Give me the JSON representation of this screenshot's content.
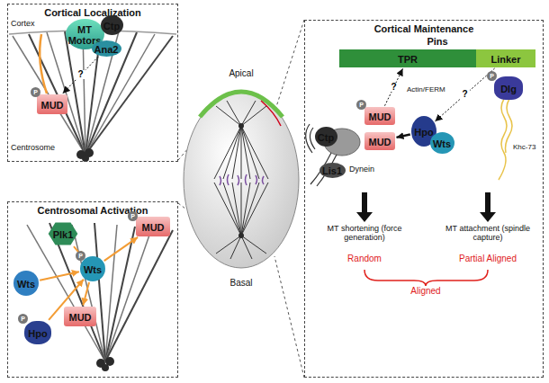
{
  "diagram": {
    "nodes": [
      {
        "text": [
          "Cortical Localization"
        ]
      },
      {
        "text": [
          "MT Motors"
        ],
        "in": 0
      },
      {
        "text": [
          "Ctp"
        ],
        "in": 0
      },
      {
        "text": [
          "Ana2"
        ],
        "in": 0
      },
      {
        "text": [
          "MUD"
        ],
        "in": 0
      },
      {
        "text": [
          "Centrosomal Activation"
        ]
      },
      {
        "text": [
          "Plk1"
        ],
        "in": 5
      },
      {
        "text": [
          "Wts"
        ],
        "in": 5
      },
      {
        "text": [
          "Wts"
        ],
        "in": 5
      },
      {
        "text": [
          "Hpo"
        ],
        "in": 5
      },
      {
        "text": [
          "MUD"
        ],
        "in": 5
      },
      {
        "text": [
          "MUD"
        ],
        "in": 5
      },
      {
        "text": [
          "Apical",
          "Basal"
        ]
      },
      {
        "text": [
          "Cortical Maintenance"
        ]
      },
      {
        "text": [
          "Pins"
        ],
        "in": 13
      },
      {
        "text": [
          "TPR"
        ],
        "in": 14
      },
      {
        "text": [
          "Linker"
        ],
        "in": 14
      },
      {
        "text": [
          "MUD"
        ],
        "in": 13
      },
      {
        "text": [
          "MUD"
        ],
        "in": 13
      },
      {
        "text": [
          "Ctp"
        ],
        "in": 13
      },
      {
        "text": [
          "Lis1"
        ],
        "in": 13
      },
      {
        "text": [
          "Hpo"
        ],
        "in": 13
      },
      {
        "text": [
          "Wts"
        ],
        "in": 13
      },
      {
        "text": [
          "Dlg"
        ],
        "in": 13
      }
    ],
    "edges": [
      {
        "from": 3,
        "to": 4,
        "arrow": "to",
        "label": "?"
      },
      {
        "from": 6,
        "to": 8,
        "arrow": "to"
      },
      {
        "from": 7,
        "to": 8,
        "arrow": "to"
      },
      {
        "from": 9,
        "to": 8,
        "arrow": "to"
      },
      {
        "from": 8,
        "to": 10,
        "arrow": "to"
      },
      {
        "from": 8,
        "to": 11,
        "arrow": "to"
      },
      {
        "from": 16,
        "to": 21,
        "arrow": "to",
        "label": "?"
      },
      {
        "from": 17,
        "to": 15,
        "arrow": "to",
        "label": "?"
      },
      {
        "from": 21,
        "to": 18,
        "arrow": "to"
      }
    ],
    "labels": [
      "Cortex",
      "Centrosome",
      "P",
      "P",
      "P",
      "P",
      "Dynein",
      "Actin/FERM",
      "Khc-73",
      "P",
      "P",
      "MT shortening (force generation)",
      "Random",
      "MT attachment (spindle capture)",
      "Partial Aligned",
      "Aligned"
    ]
  }
}
